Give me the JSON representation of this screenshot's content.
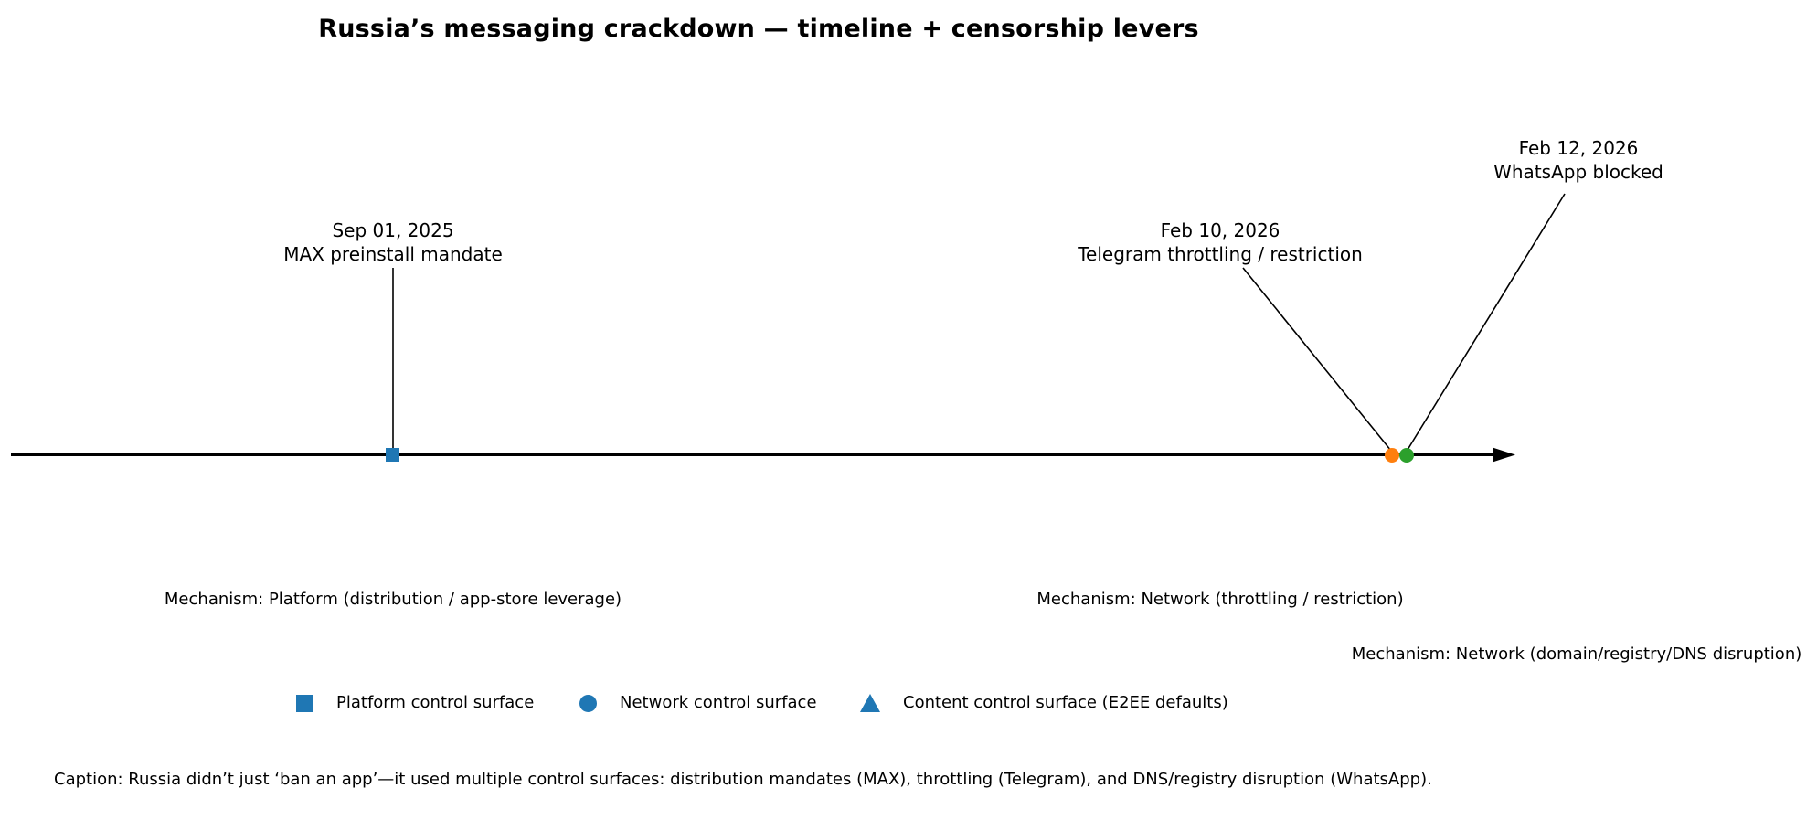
{
  "chart_data": {
    "type": "timeline",
    "title": "Russia’s messaging crackdown — timeline + censorship levers",
    "axis": {
      "style": "horizontal-arrow",
      "tick_labels_visible": false
    },
    "events": [
      {
        "date": "Sep 01, 2025",
        "label": "MAX preinstall mandate",
        "mechanism": "Mechanism: Platform (distribution / app-store leverage)",
        "control_surface": "Platform control surface",
        "marker_shape": "square",
        "marker_color": "#1f77b4"
      },
      {
        "date": "Feb 10, 2026",
        "label": "Telegram throttling / restriction",
        "mechanism": "Mechanism: Network (throttling / restriction)",
        "control_surface": "Network control surface",
        "marker_shape": "circle",
        "marker_color": "#ff7f0e"
      },
      {
        "date": "Feb 12, 2026",
        "label": "WhatsApp blocked",
        "mechanism": "Mechanism: Network (domain/registry/DNS disruption)",
        "control_surface": "Network control surface",
        "marker_shape": "circle",
        "marker_color": "#2ca02c"
      }
    ],
    "legend": {
      "position": "bottom",
      "entries": [
        {
          "label": "Platform control surface",
          "marker_shape": "square",
          "color": "#1f77b4"
        },
        {
          "label": "Network control surface",
          "marker_shape": "circle",
          "color": "#1f77b4"
        },
        {
          "label": "Content control surface (E2EE defaults)",
          "marker_shape": "triangle",
          "color": "#1f77b4"
        }
      ]
    },
    "caption": "Caption: Russia didn’t just ‘ban an app’—it used multiple control surfaces: distribution mandates (MAX), throttling (Telegram), and DNS/registry disruption (WhatsApp)."
  },
  "colors": {
    "axis": "#000000",
    "text": "#000000",
    "background": "#ffffff"
  }
}
